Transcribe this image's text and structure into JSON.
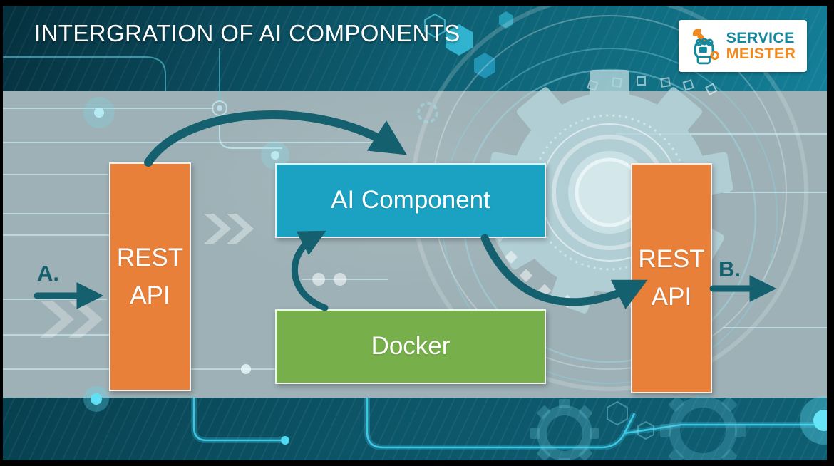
{
  "slide": {
    "title": "INTERGRATION OF AI COMPONENTS"
  },
  "logo": {
    "line1": "SERVICE",
    "line2": "MEISTER",
    "icon": "wrench-fist-icon"
  },
  "diagram": {
    "left_api": {
      "line1": "REST",
      "line2": "API"
    },
    "right_api": {
      "line1": "REST",
      "line2": "API"
    },
    "ai_component": {
      "label": "AI Component"
    },
    "docker": {
      "label": "Docker"
    },
    "input_label": "A.",
    "output_label": "B.",
    "flow": [
      "A -> REST API (left)",
      "REST API (left) -> AI Component",
      "Docker -> AI Component",
      "AI Component -> REST API (right)",
      "REST API (right) -> B"
    ]
  },
  "colors": {
    "box_orange": "#e8803a",
    "box_blue": "#1ba1c2",
    "box_green": "#77b04a",
    "arrow_teal": "#14606e",
    "band_gray": "#9db1b6",
    "background_teal": "#0e6174",
    "bottom_teal": "#0c5568",
    "circuit_cyan": "#3fd0ee",
    "logo_service_teal": "#14889d",
    "logo_meister_orange": "#f08a1f"
  }
}
